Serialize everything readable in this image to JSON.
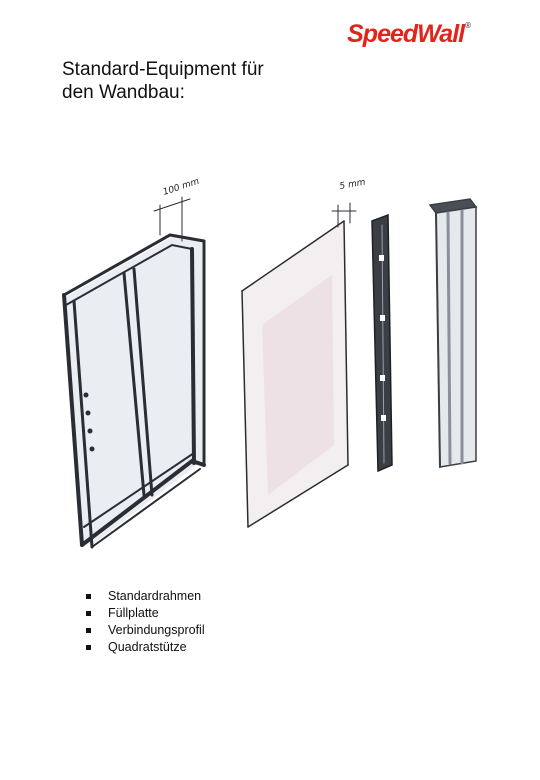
{
  "brand": {
    "name": "SpeedWall",
    "reg_mark": "®",
    "color": "#e2241b"
  },
  "title": {
    "line1": "Standard-Equipment für",
    "line2": "den Wandbau:"
  },
  "sketch": {
    "frame_dimension": "100 mm",
    "panel_dimension": "5 mm"
  },
  "items": [
    {
      "label": "Standardrahmen"
    },
    {
      "label": "Füllplatte"
    },
    {
      "label": "Verbindungsprofil"
    },
    {
      "label": "Quadratstütze"
    }
  ]
}
